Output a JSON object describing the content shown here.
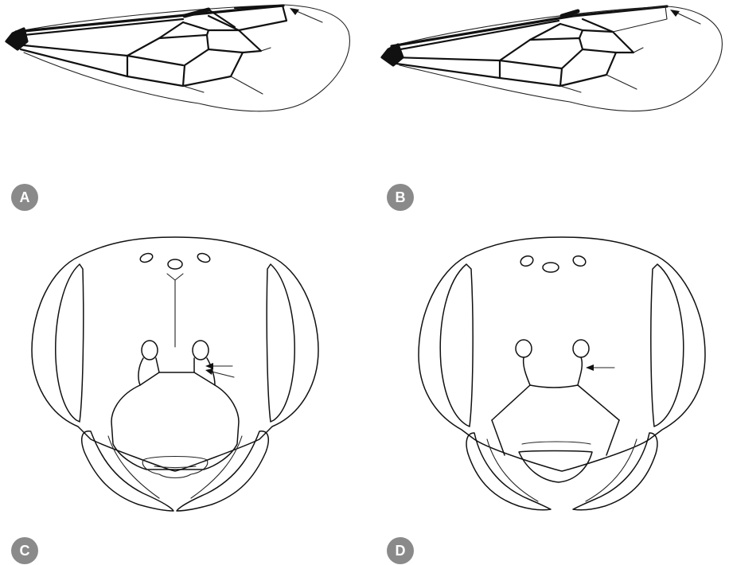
{
  "colors": {
    "badge_bg": "#8a8a8a",
    "badge_text": "#ffffff",
    "line": "#111111",
    "background": "#ffffff"
  },
  "panels": [
    {
      "id": "A",
      "label": "A",
      "subject": "forewing",
      "arrows": 1
    },
    {
      "id": "B",
      "label": "B",
      "subject": "forewing",
      "arrows": 1
    },
    {
      "id": "C",
      "label": "C",
      "subject": "head-frontal-view",
      "arrows": 2
    },
    {
      "id": "D",
      "label": "D",
      "subject": "head-frontal-view",
      "arrows": 1
    }
  ],
  "icons": {
    "arrow": "arrow-pointer-icon",
    "badge": "panel-letter-badge"
  }
}
